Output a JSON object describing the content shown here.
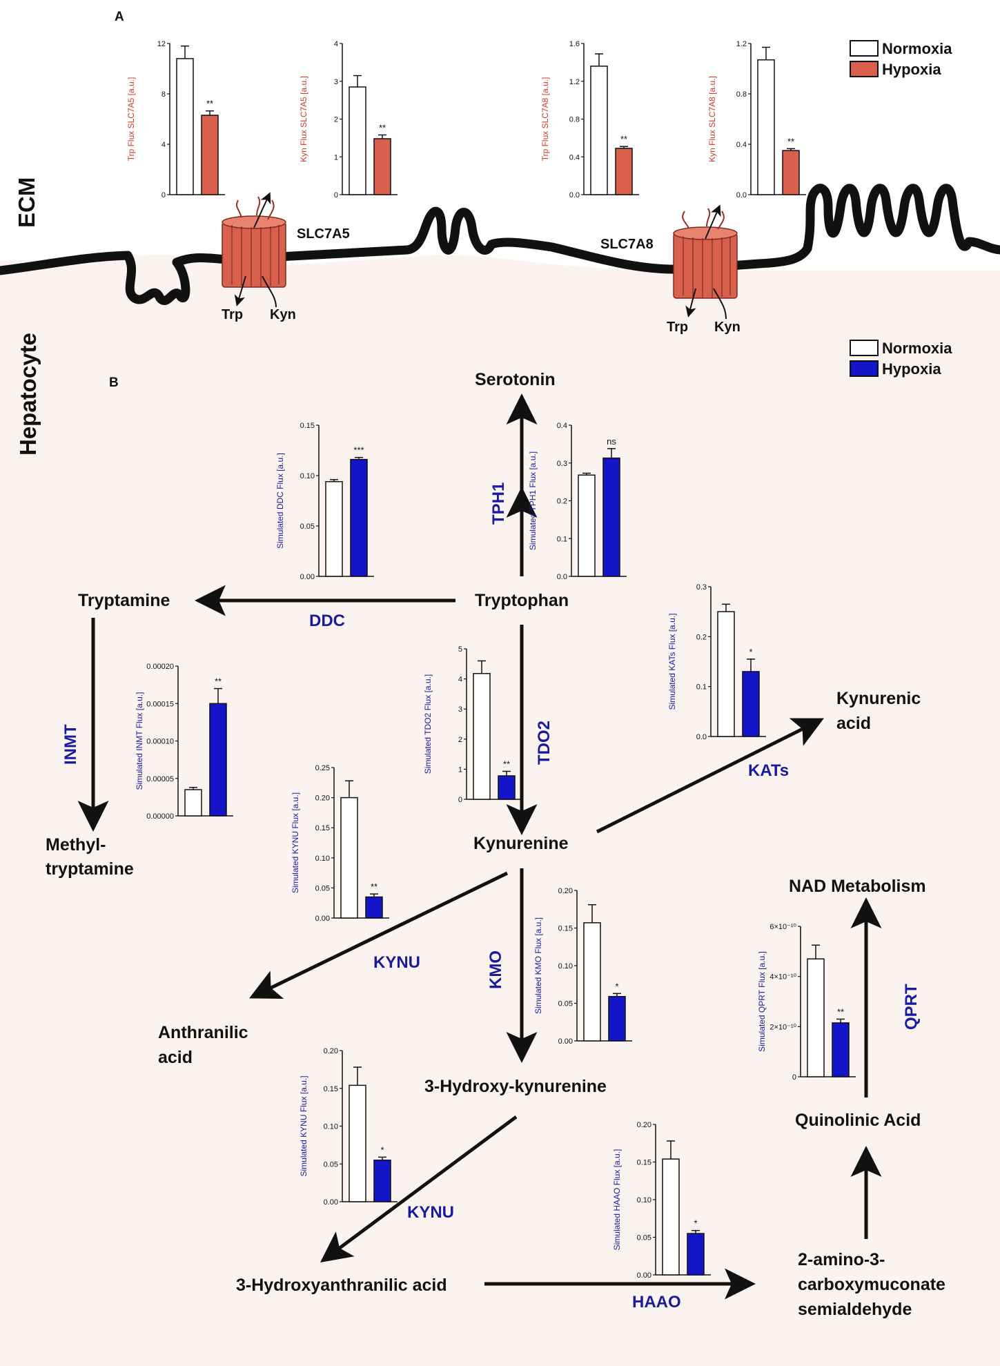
{
  "panel_labels": {
    "a": "A",
    "b": "B"
  },
  "regions": {
    "top": "ECM",
    "bottom": "Hepatocyte"
  },
  "legend_a": {
    "normoxia": "Normoxia",
    "hypoxia": "Hypoxia"
  },
  "legend_b": {
    "normoxia": "Normoxia",
    "hypoxia": "Hypoxia"
  },
  "transporters": {
    "slc7a5": {
      "label": "SLC7A5",
      "trp": "Trp",
      "kyn": "Kyn"
    },
    "slc7a8": {
      "label": "SLC7A8",
      "trp": "Trp",
      "kyn": "Kyn"
    }
  },
  "metabolites": {
    "serotonin": "Serotonin",
    "tryptophan": "Tryptophan",
    "tryptamine": "Tryptamine",
    "methyl_line1": "Methyl-",
    "methyl_line2": "tryptamine",
    "kynurenine": "Kynurenine",
    "kynurenic_line1": "Kynurenic",
    "kynurenic_line2": "acid",
    "anthranilic_line1": "Anthranilic",
    "anthranilic_line2": "acid",
    "hydroxykynurenine": "3-Hydroxy-kynurenine",
    "hydroxyanthranilic": "3-Hydroxyanthranilic acid",
    "acms_line1": "2-amino-3-",
    "acms_line2": "carboxymuconate",
    "acms_line3": "semialdehyde",
    "quinolinic": "Quinolinic Acid",
    "nad": "NAD Metabolism"
  },
  "enzymes": {
    "tph1": "TPH1",
    "ddc": "DDC",
    "tdo2": "TDO2",
    "inmt": "INMT",
    "kats": "KATs",
    "kynu1": "KYNU",
    "kmo": "KMO",
    "kynu2": "KYNU",
    "haao": "HAAO",
    "qprt": "QPRT"
  },
  "colors": {
    "normoxia": "#ffffff",
    "hypoxia_a": "#d9604d",
    "hypoxia_b": "#1414c8",
    "label_red": "#cc3b2e",
    "label_blue": "#1a1aa0",
    "cell_bg": "#fbf3ef",
    "membrane": "#111111"
  },
  "chart_data": [
    {
      "id": "a1",
      "type": "bar",
      "ylabel": "Trp Flux SLC7A5 [a.u.]",
      "categories": [
        "Normoxia",
        "Hypoxia"
      ],
      "values": [
        10.8,
        6.3
      ],
      "errors": [
        1.0,
        0.35
      ],
      "ylim": [
        0,
        12
      ],
      "yticks": [
        "0",
        "4",
        "8",
        "12"
      ],
      "sig": "**"
    },
    {
      "id": "a2",
      "type": "bar",
      "ylabel": "Kyn Flux SLC7A5 [a.u.]",
      "categories": [
        "Normoxia",
        "Hypoxia"
      ],
      "values": [
        2.85,
        1.48
      ],
      "errors": [
        0.3,
        0.1
      ],
      "ylim": [
        0,
        4
      ],
      "yticks": [
        "0",
        "1",
        "2",
        "3",
        "4"
      ],
      "sig": "**"
    },
    {
      "id": "a3",
      "type": "bar",
      "ylabel": "Trp Flux SLC7A8 [a.u.]",
      "categories": [
        "Normoxia",
        "Hypoxia"
      ],
      "values": [
        1.36,
        0.49
      ],
      "errors": [
        0.13,
        0.02
      ],
      "ylim": [
        0,
        1.6
      ],
      "yticks": [
        "0.0",
        "0.4",
        "0.8",
        "1.2",
        "1.6"
      ],
      "sig": "**"
    },
    {
      "id": "a4",
      "type": "bar",
      "ylabel": "Kyn Flux SLC7A8 [a.u.]",
      "categories": [
        "Normoxia",
        "Hypoxia"
      ],
      "values": [
        1.07,
        0.35
      ],
      "errors": [
        0.1,
        0.015
      ],
      "ylim": [
        0,
        1.2
      ],
      "yticks": [
        "0.0",
        "0.4",
        "0.8",
        "1.2"
      ],
      "sig": "**"
    },
    {
      "id": "ddc",
      "type": "bar",
      "ylabel": "Simulated DDC Flux [a.u.]",
      "categories": [
        "Normoxia",
        "Hypoxia"
      ],
      "values": [
        0.094,
        0.116
      ],
      "errors": [
        0.002,
        0.002
      ],
      "ylim": [
        0,
        0.15
      ],
      "yticks": [
        "0.00",
        "0.05",
        "0.10",
        "0.15"
      ],
      "sig": "***"
    },
    {
      "id": "tph1",
      "type": "bar",
      "ylabel": "Simulated TPH1 Flux [a.u.]",
      "categories": [
        "Normoxia",
        "Hypoxia"
      ],
      "values": [
        0.268,
        0.313
      ],
      "errors": [
        0.005,
        0.025
      ],
      "ylim": [
        0,
        0.4
      ],
      "yticks": [
        "0.0",
        "0.1",
        "0.2",
        "0.3",
        "0.4"
      ],
      "sig": "ns"
    },
    {
      "id": "kats",
      "type": "bar",
      "ylabel": "Simulated KATs Flux [a.u.]",
      "categories": [
        "Normoxia",
        "Hypoxia"
      ],
      "values": [
        0.25,
        0.13
      ],
      "errors": [
        0.015,
        0.025
      ],
      "ylim": [
        0,
        0.3
      ],
      "yticks": [
        "0.0",
        "0.1",
        "0.2",
        "0.3"
      ],
      "sig": "*"
    },
    {
      "id": "inmt",
      "type": "bar",
      "ylabel": "Simulated INMT Flux [a.u.]",
      "categories": [
        "Normoxia",
        "Hypoxia"
      ],
      "values": [
        3.5e-05,
        0.00015
      ],
      "errors": [
        3e-06,
        2e-05
      ],
      "ylim": [
        0,
        0.0002
      ],
      "yticks": [
        "0.00000",
        "0.00005",
        "0.00010",
        "0.00015",
        "0.00020"
      ],
      "sig": "**"
    },
    {
      "id": "tdo2",
      "type": "bar",
      "ylabel": "Simulated TDO2 Flux [a.u.]",
      "categories": [
        "Normoxia",
        "Hypoxia"
      ],
      "values": [
        4.18,
        0.78
      ],
      "errors": [
        0.42,
        0.15
      ],
      "ylim": [
        0,
        5
      ],
      "yticks": [
        "0",
        "1",
        "2",
        "3",
        "4",
        "5"
      ],
      "sig": "**"
    },
    {
      "id": "kynu1",
      "type": "bar",
      "ylabel": "Simulated KYNU Flux [a.u.]",
      "categories": [
        "Normoxia",
        "Hypoxia"
      ],
      "values": [
        0.2,
        0.035
      ],
      "errors": [
        0.028,
        0.005
      ],
      "ylim": [
        0,
        0.25
      ],
      "yticks": [
        "0.00",
        "0.05",
        "0.10",
        "0.15",
        "0.20",
        "0.25"
      ],
      "sig": "**"
    },
    {
      "id": "kmo",
      "type": "bar",
      "ylabel": "Simulated KMO Flux [a.u.]",
      "categories": [
        "Normoxia",
        "Hypoxia"
      ],
      "values": [
        0.157,
        0.059
      ],
      "errors": [
        0.024,
        0.004
      ],
      "ylim": [
        0,
        0.2
      ],
      "yticks": [
        "0.00",
        "0.05",
        "0.10",
        "0.15",
        "0.20"
      ],
      "sig": "*"
    },
    {
      "id": "qprt",
      "type": "bar",
      "ylabel": "Simulated QPRT Flux [a.u.]",
      "categories": [
        "Normoxia",
        "Hypoxia"
      ],
      "values": [
        4.7e-10,
        2.15e-10
      ],
      "errors": [
        5.5e-11,
        1.5e-11
      ],
      "ylim": [
        0,
        6e-10
      ],
      "yticks": [
        "0",
        "2×10⁻¹⁰",
        "4×10⁻¹⁰",
        "6×10⁻¹⁰"
      ],
      "sig": "**"
    },
    {
      "id": "kynu2",
      "type": "bar",
      "ylabel": "Simulated KYNU Flux [a.u.]",
      "categories": [
        "Normoxia",
        "Hypoxia"
      ],
      "values": [
        0.154,
        0.055
      ],
      "errors": [
        0.024,
        0.004
      ],
      "ylim": [
        0,
        0.2
      ],
      "yticks": [
        "0.00",
        "0.05",
        "0.10",
        "0.15",
        "0.20"
      ],
      "sig": "*"
    },
    {
      "id": "haao",
      "type": "bar",
      "ylabel": "Simulated HAAO Flux [a.u.]",
      "categories": [
        "Normoxia",
        "Hypoxia"
      ],
      "values": [
        0.154,
        0.055
      ],
      "errors": [
        0.024,
        0.004
      ],
      "ylim": [
        0,
        0.2
      ],
      "yticks": [
        "0.00",
        "0.05",
        "0.10",
        "0.15",
        "0.20"
      ],
      "sig": "*"
    }
  ]
}
